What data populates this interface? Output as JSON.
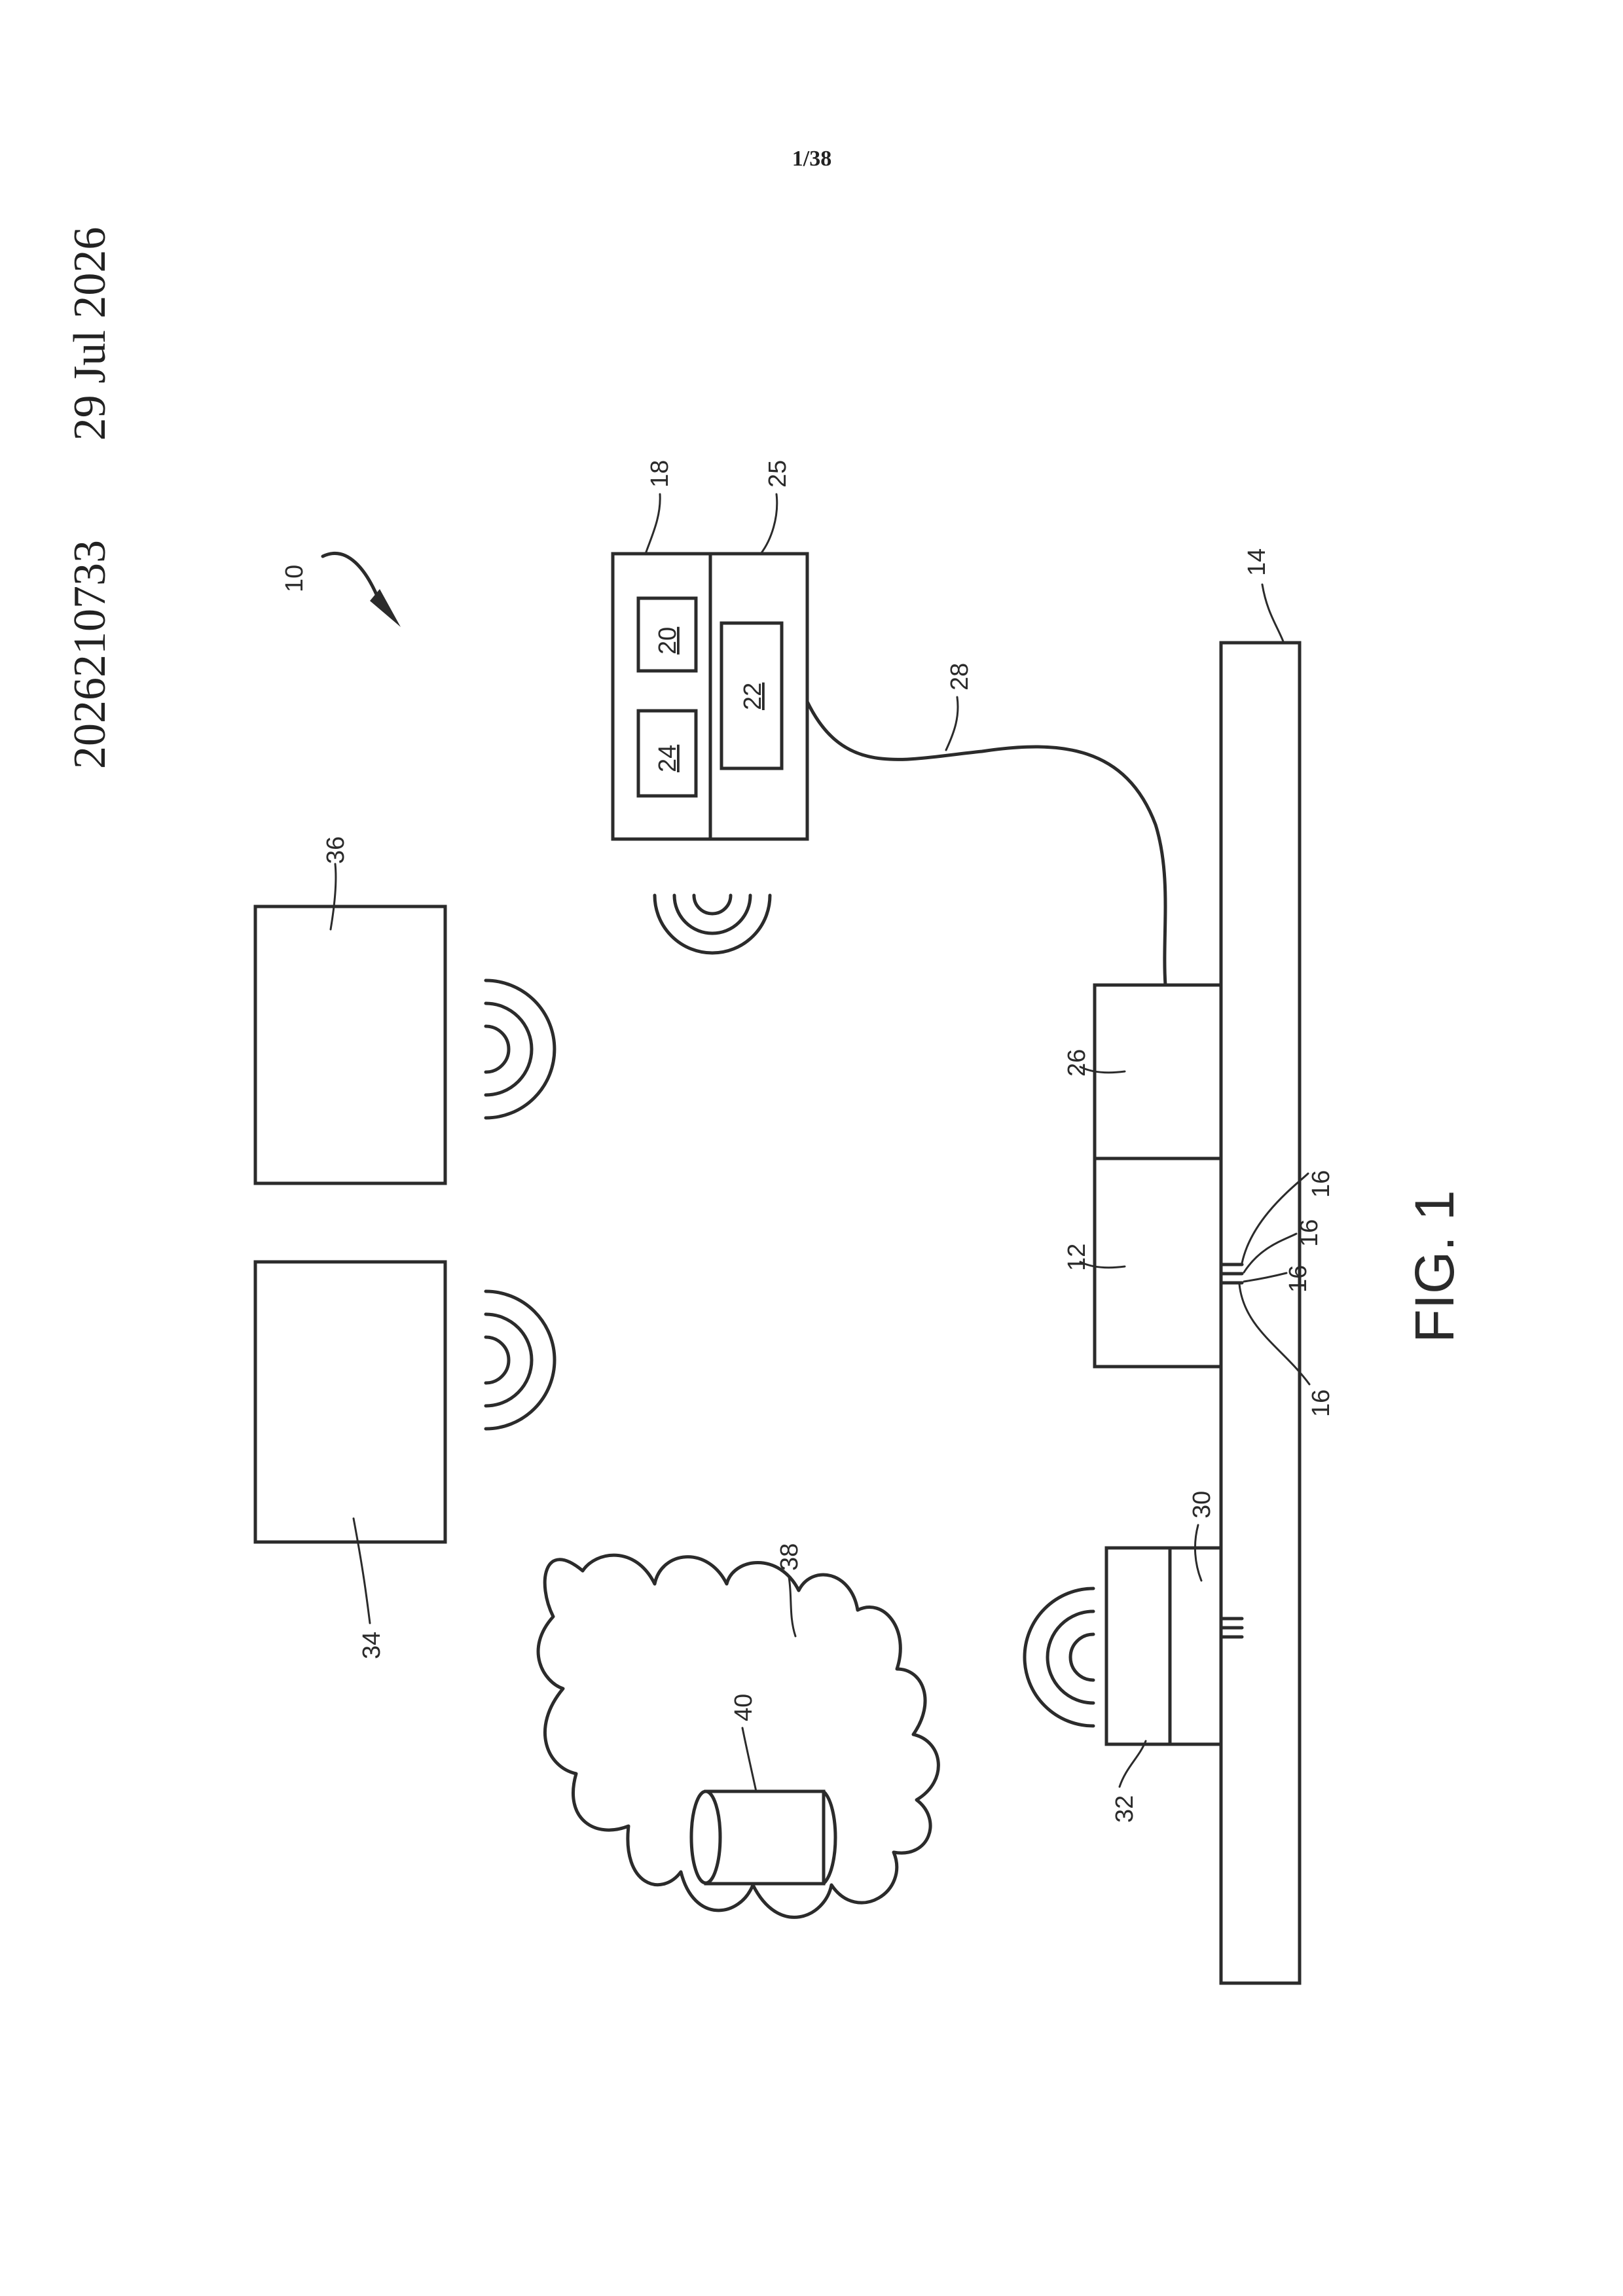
{
  "header": {
    "publication_number": "2026210733",
    "publication_date": "29 Jul 2026",
    "sheet_number": "1/38"
  },
  "figure": {
    "caption": "FIG. 1",
    "refs": {
      "system": "10",
      "device_12": "12",
      "bus_14": "14",
      "pin_a": "16",
      "pin_b": "16",
      "pin_c": "16",
      "pin_d": "16",
      "device_18": "18",
      "element_20": "20",
      "element_22": "22",
      "element_24": "24",
      "section_25": "25",
      "module_26": "26",
      "cable_28": "28",
      "module_30": "30",
      "module_32": "32",
      "device_34": "34",
      "device_36": "36",
      "cloud_38": "38",
      "database_40": "40"
    }
  }
}
